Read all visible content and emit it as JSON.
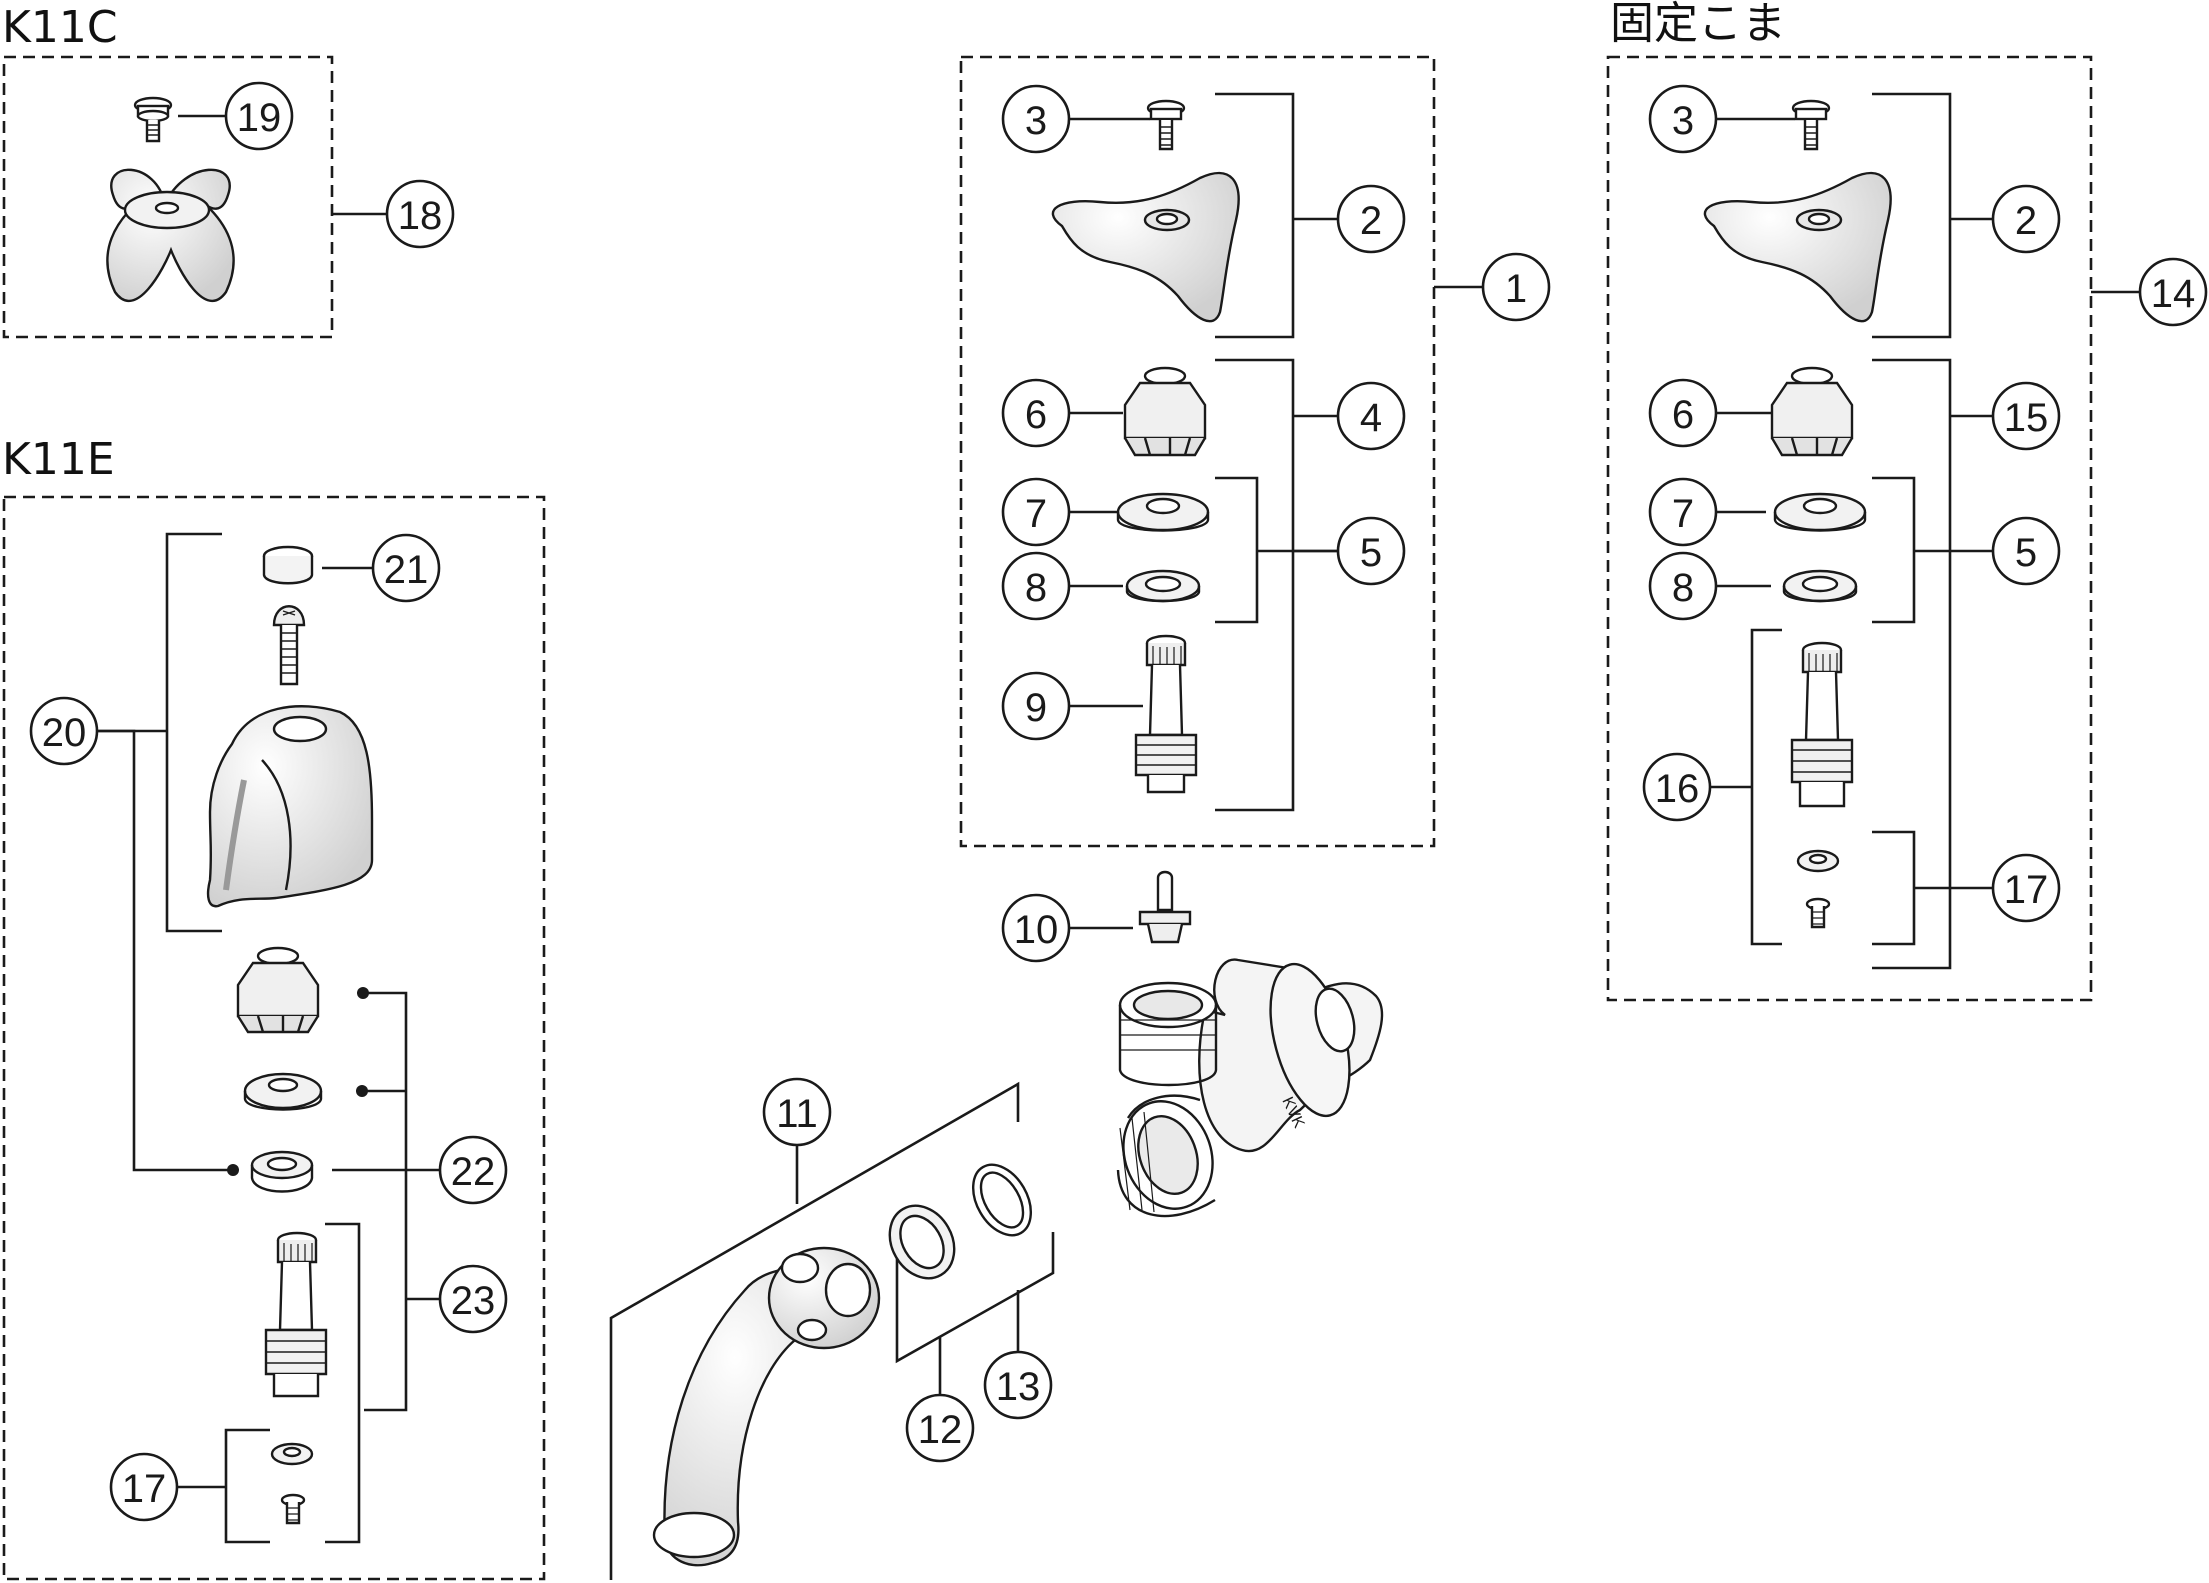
{
  "groups": {
    "k11c": {
      "title": "K11C"
    },
    "k11e": {
      "title": "K11E"
    },
    "fixed": {
      "title": "固定こま"
    }
  },
  "callouts": {
    "c1": "1",
    "c2": "2",
    "c3": "3",
    "c4": "4",
    "c5": "5",
    "c6": "6",
    "c7": "7",
    "c8": "8",
    "c9": "9",
    "c10": "10",
    "c11": "11",
    "c12": "12",
    "c13": "13",
    "c14": "14",
    "c15": "15",
    "c16": "16",
    "c17": "17",
    "c18": "18",
    "c19": "19",
    "c20": "20",
    "c21": "21",
    "c22": "22",
    "c23": "23"
  },
  "faucet_marking": "KVK",
  "colors": {
    "ink": "#1a1a1a",
    "paper": "#ffffff",
    "shade": "#d9d9d9"
  }
}
